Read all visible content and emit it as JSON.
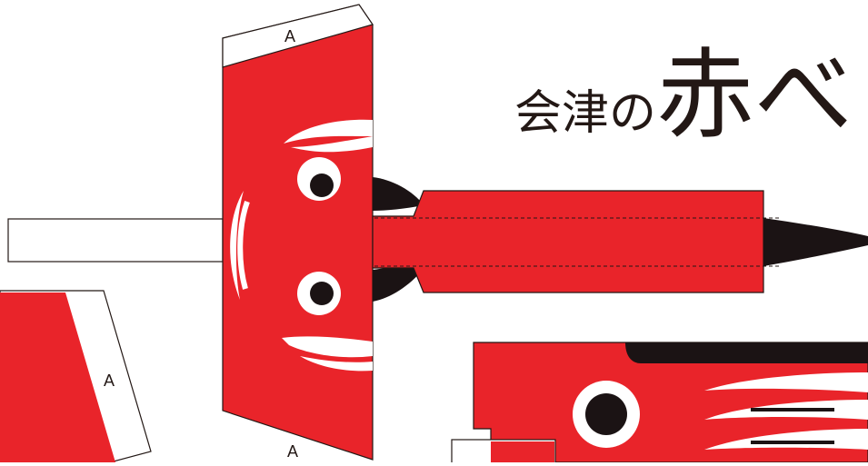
{
  "colors": {
    "red": "#E9242A",
    "black": "#1B1314",
    "white": "#FFFFFF",
    "outline": "#231815"
  },
  "labels": {
    "top_tab": "A",
    "bottom_tab": "A",
    "left_tab": "A"
  },
  "title": {
    "small_text": "会津の",
    "big_text": "赤べ"
  }
}
